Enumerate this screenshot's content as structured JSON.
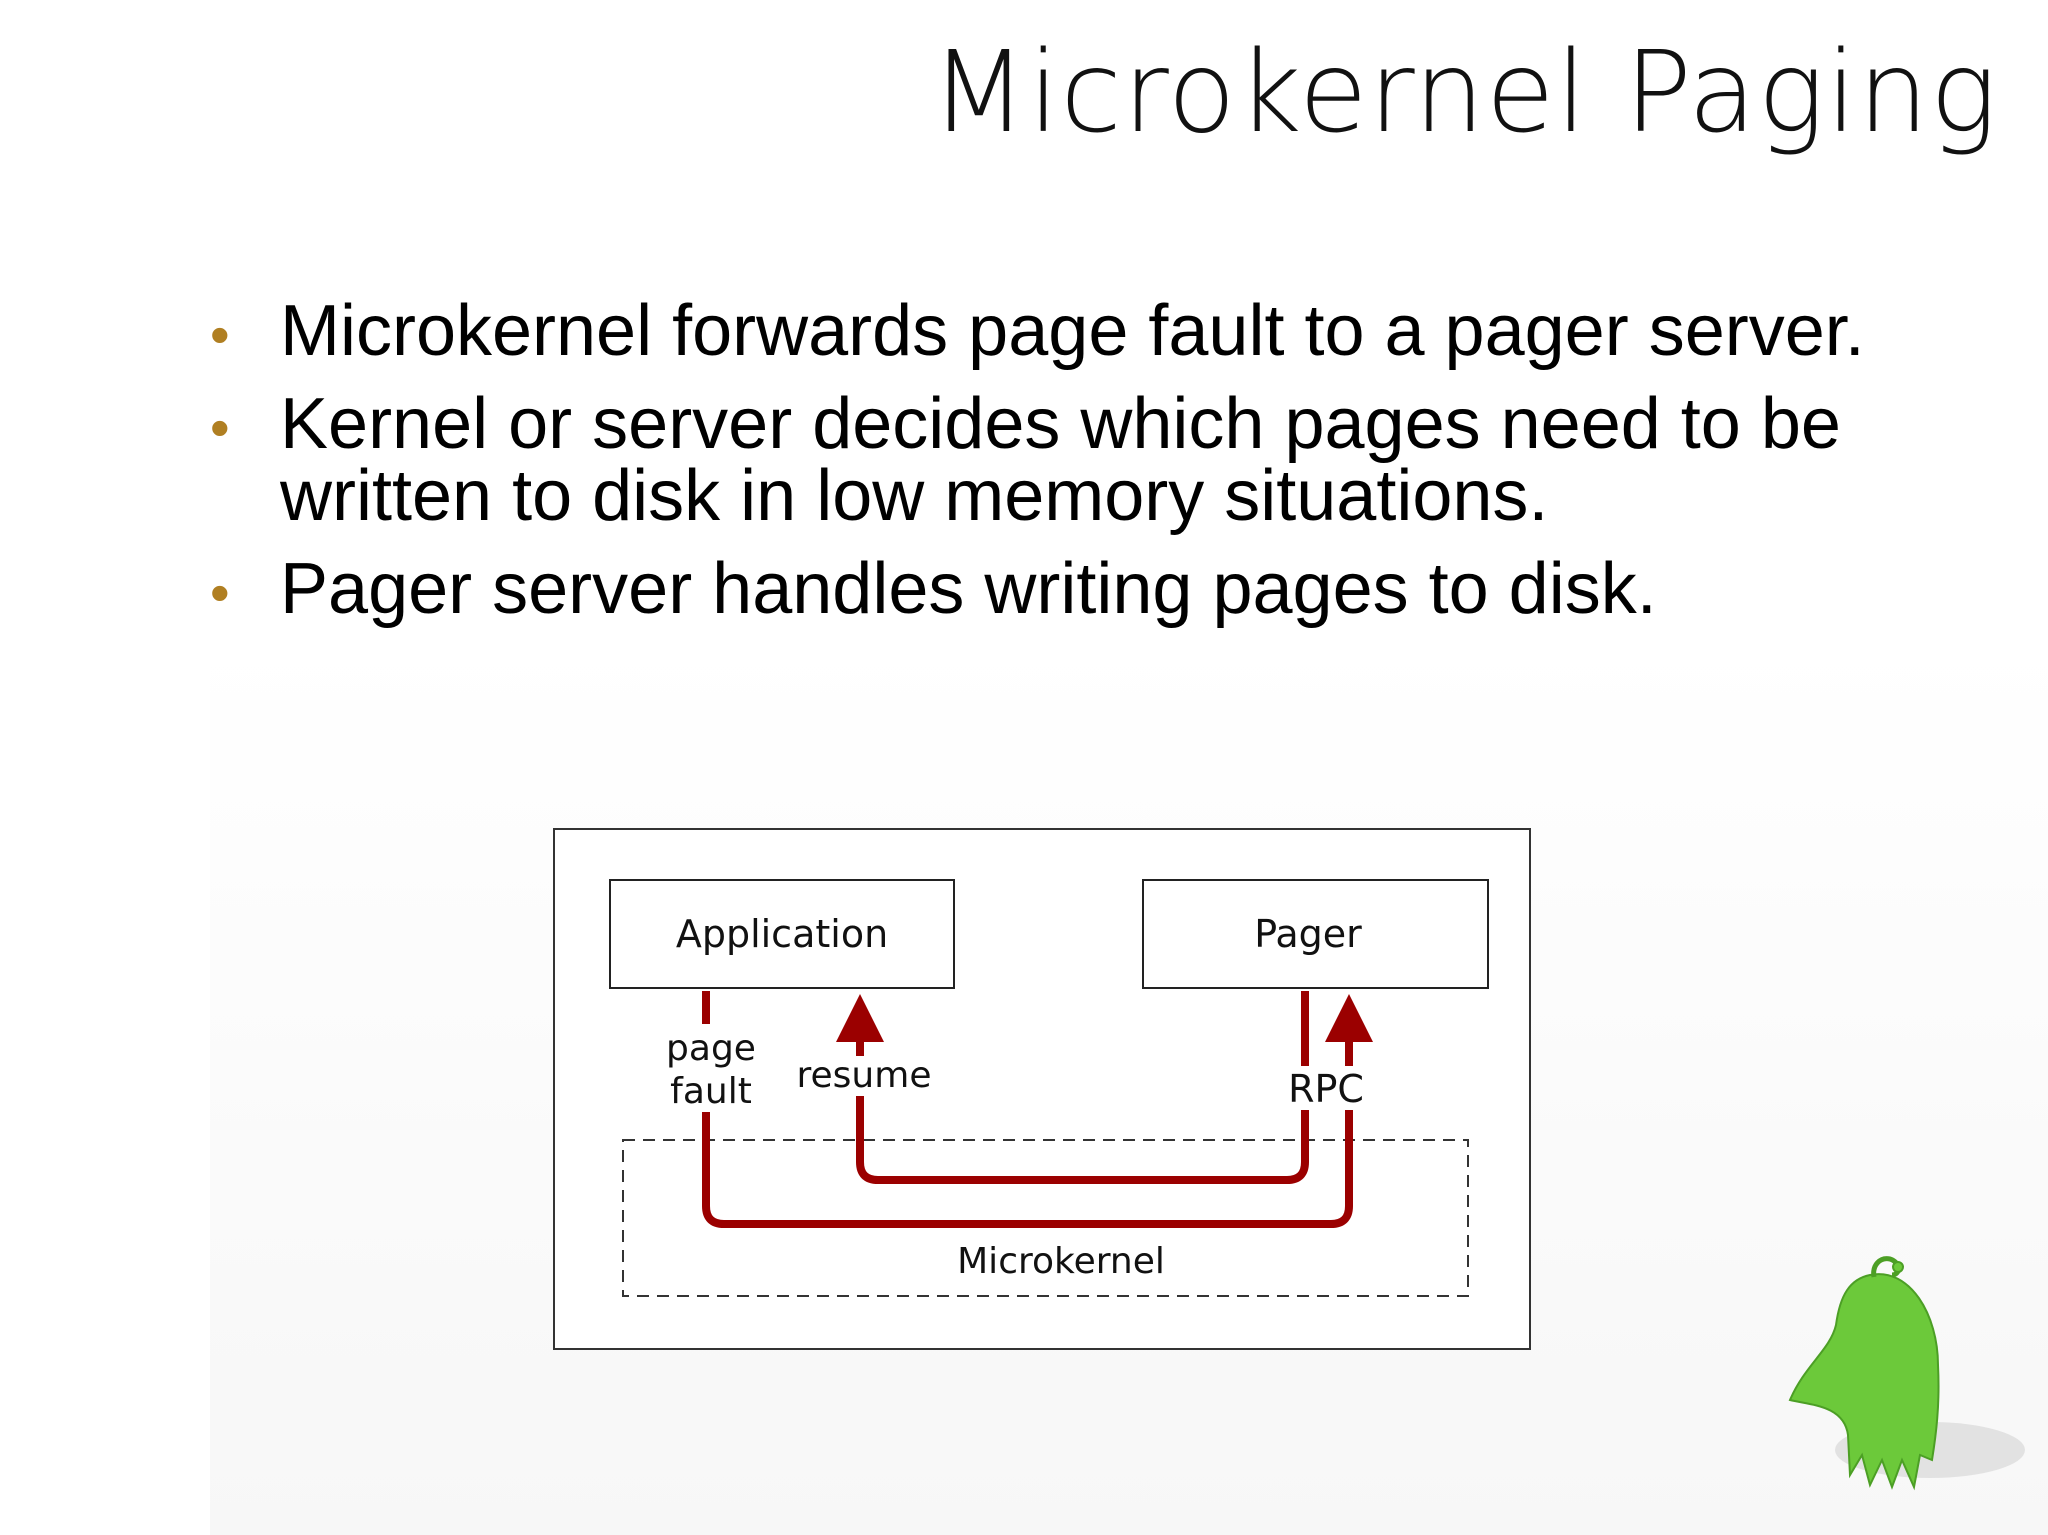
{
  "slide": {
    "title": "Microkernel Paging",
    "bullets": [
      {
        "text": "Microkernel forwards page fault to a pager server."
      },
      {
        "text": "Kernel or server decides which pages need to be written to disk in low memory situations."
      },
      {
        "text": "Pager server handles writing pages to disk."
      }
    ]
  },
  "diagram": {
    "application_label": "Application",
    "pager_label": "Pager",
    "page_fault_label_line1": "page",
    "page_fault_label_line2": "fault",
    "resume_label": "resume",
    "rpc_label": "RPC",
    "microkernel_label": "Microkernel"
  },
  "colors": {
    "bullet_dot": "#b07f22",
    "arrow": "#9b0000",
    "mascot_green": "#6cc93a"
  },
  "icons": {
    "mascot": "green-mascot-icon"
  }
}
